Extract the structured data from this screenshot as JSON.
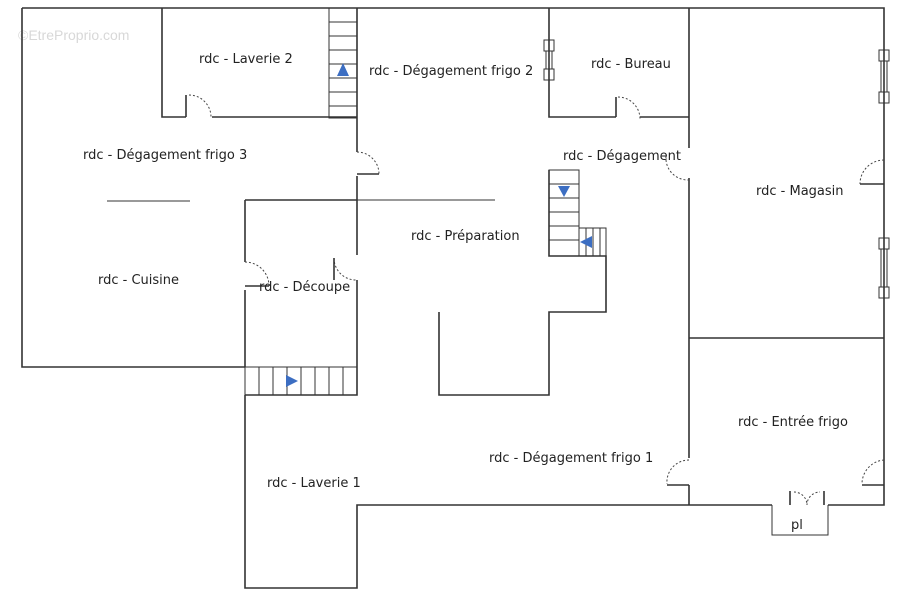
{
  "watermark": "©EtreProprio.com",
  "colors": {
    "wall": "#333333",
    "arrow": "#3c6ec2"
  },
  "rooms": [
    {
      "id": "laverie-2",
      "label": "rdc  -  Laverie 2"
    },
    {
      "id": "degagement-frigo-2",
      "label": "rdc  -  Dégagement frigo  2"
    },
    {
      "id": "bureau",
      "label": "rdc  -  Bureau"
    },
    {
      "id": "degagement-frigo-3",
      "label": "rdc  -  Dégagement frigo  3"
    },
    {
      "id": "degagement",
      "label": "rdc  -  Dégagement"
    },
    {
      "id": "magasin",
      "label": "rdc  -  Magasin"
    },
    {
      "id": "preparation",
      "label": "rdc  -  Préparation"
    },
    {
      "id": "cuisine",
      "label": "rdc  -  Cuisine"
    },
    {
      "id": "decoupe",
      "label": "rdc  -  Découpe"
    },
    {
      "id": "entree-frigo",
      "label": "rdc  -  Entrée frigo"
    },
    {
      "id": "degagement-frigo-1",
      "label": "rdc  -  Dégagement frigo  1"
    },
    {
      "id": "laverie-1",
      "label": "rdc  -  Laverie 1"
    },
    {
      "id": "pl",
      "label": "pl"
    }
  ]
}
